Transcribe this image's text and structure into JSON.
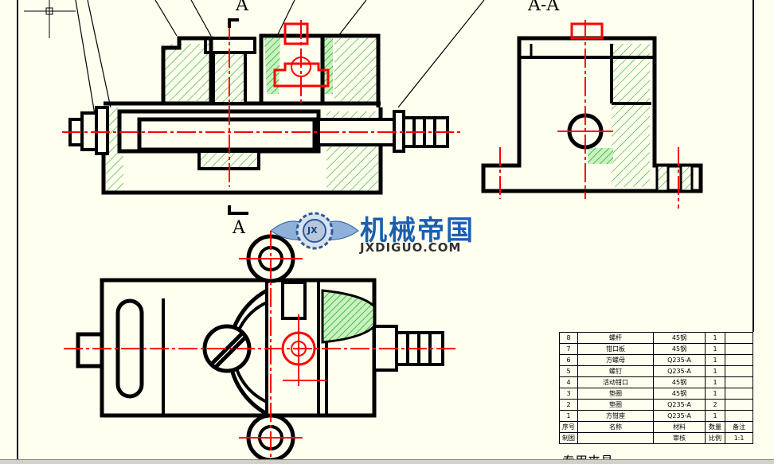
{
  "labels": {
    "section_mark_top": "A",
    "section_mark_bottom": "A",
    "section_view_title": "A-A"
  },
  "watermark": {
    "logo_text": "JX",
    "brand": "机械帝国",
    "url": "JXDIGUO.COM"
  },
  "bom": {
    "rows": [
      {
        "no": "8",
        "name": "螺杆",
        "material": "45钢",
        "qty": "1"
      },
      {
        "no": "7",
        "name": "钳口板",
        "material": "45钢",
        "qty": "1"
      },
      {
        "no": "6",
        "name": "方螺母",
        "material": "Q235-A",
        "qty": "1"
      },
      {
        "no": "5",
        "name": "螺钉",
        "material": "Q235-A",
        "qty": "1"
      },
      {
        "no": "4",
        "name": "活动钳口",
        "material": "45钢",
        "qty": "1"
      },
      {
        "no": "3",
        "name": "垫圈",
        "material": "45钢",
        "qty": "1"
      },
      {
        "no": "2",
        "name": "垫圈",
        "material": "Q235-A",
        "qty": "2"
      },
      {
        "no": "1",
        "name": "方钳座",
        "material": "Q235-A",
        "qty": "1"
      }
    ],
    "header": {
      "no": "序号",
      "name": "名称",
      "material": "材料",
      "qty": "数量",
      "note": "备注"
    },
    "footer": {
      "a": "制图",
      "b": "审核",
      "c": "比例",
      "d": "1:1"
    },
    "title_partial": "专用夹具"
  },
  "colors": {
    "background": "#fffff0",
    "outline": "#000000",
    "centerline": "#ff0000",
    "hatch": "#22aa22"
  }
}
